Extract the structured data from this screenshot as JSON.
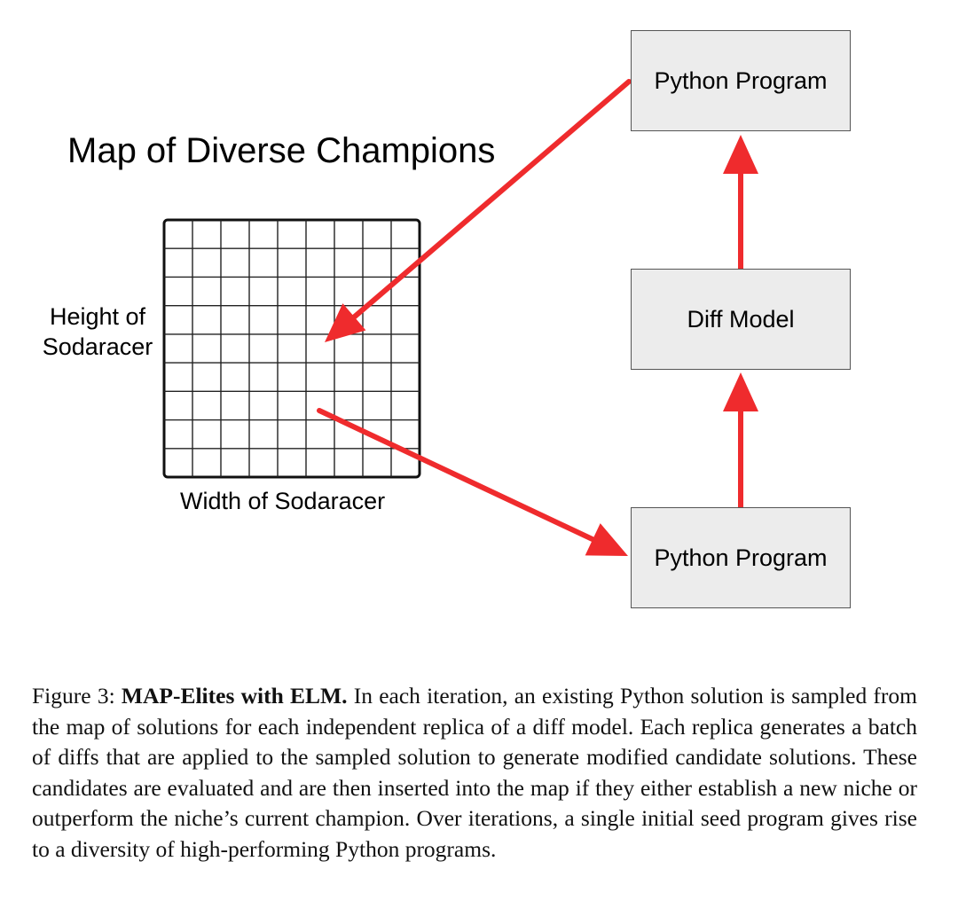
{
  "figure": {
    "title": "Map of Diverse Champions",
    "y_axis_label_line1": "Height of",
    "y_axis_label_line2": "Sodaracer",
    "x_axis_label": "Width of Sodaracer",
    "grid": {
      "rows": 9,
      "cols": 9
    },
    "boxes": {
      "top": "Python Program",
      "middle": "Diff Model",
      "bottom": "Python Program"
    },
    "arrow_color": "#ef2b2d"
  },
  "caption": {
    "prefix": "Figure 3:",
    "bold_title": "MAP-Elites with ELM.",
    "text": "In each iteration, an existing Python solution is sampled from the map of solutions for each independent replica of a diff model. Each replica generates a batch of diffs that are applied to the sampled solution to generate modified candidate solutions. These candidates are evaluated and are then inserted into the map if they either establish a new niche or outperform the niche’s current champion. Over iterations, a single initial seed program gives rise to a diversity of high-performing Python programs."
  }
}
